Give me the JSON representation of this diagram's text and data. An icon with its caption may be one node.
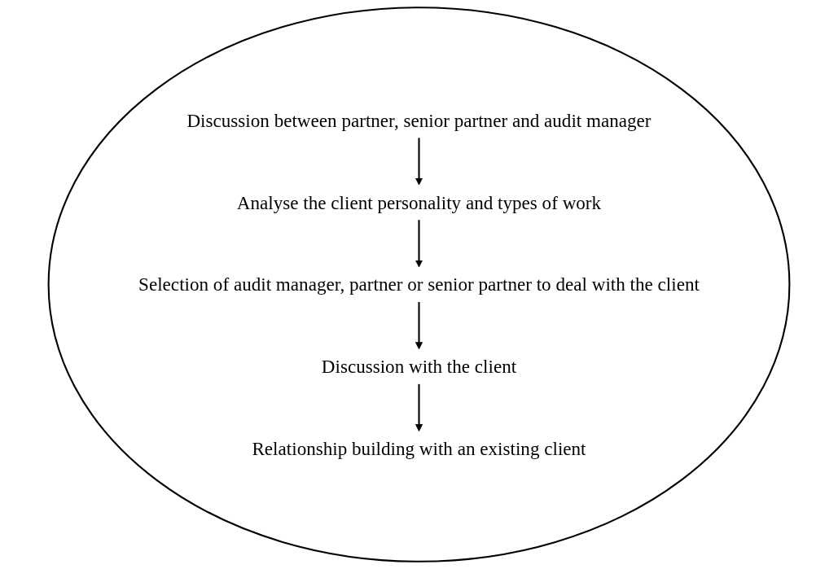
{
  "diagram": {
    "nodes": [
      {
        "text": [],
        "shape": "circle"
      },
      {
        "text": [
          "Discussion between partner, senior partner and audit manager"
        ],
        "in": 0
      },
      {
        "text": [
          "Analyse the client personality and types of work"
        ],
        "in": 0
      },
      {
        "text": [
          "Selection of audit manager,  partner or senior partner to deal with the client"
        ],
        "in": 0
      },
      {
        "text": [
          "Discussion with the client"
        ],
        "in": 0
      },
      {
        "text": [
          "Relationship building with an existing client"
        ],
        "in": 0
      }
    ],
    "edges": [
      {
        "from": 1,
        "to": 2,
        "arrow": "to"
      },
      {
        "from": 2,
        "to": 3,
        "arrow": "to"
      },
      {
        "from": 3,
        "to": 4,
        "arrow": "to"
      },
      {
        "from": 4,
        "to": 5,
        "arrow": "to"
      }
    ]
  }
}
